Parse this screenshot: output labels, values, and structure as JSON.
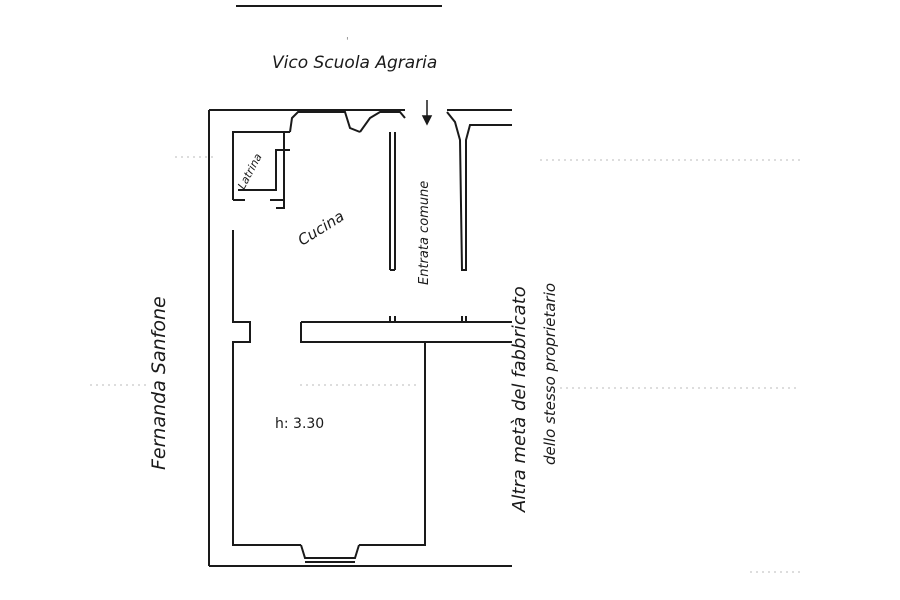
{
  "labels": {
    "street": "Vico Scuola Agraria",
    "left_owner": "Fernanda Sanfone",
    "right_line1": "Altra metà del fabbricato",
    "right_line2": "dello stesso proprietario",
    "kitchen": "Cucina",
    "toilet": "Latrina",
    "common_entrance": "Entrata comune",
    "height": "h: 3.30"
  },
  "colors": {
    "ink": "#1a1a1a",
    "paper": "#ffffff"
  },
  "icons": {
    "entrance_arrow": "arrow-down-icon"
  }
}
